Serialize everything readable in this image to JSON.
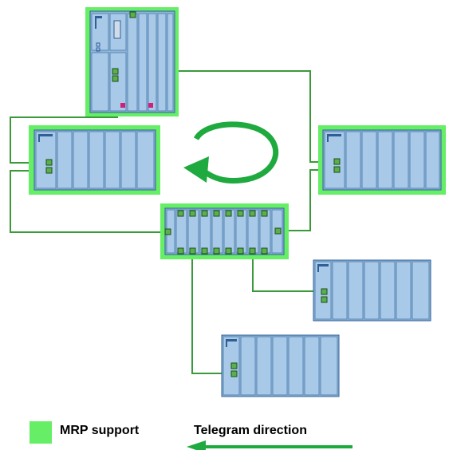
{
  "colors": {
    "mrp_frame": "#66ee66",
    "device_body": "#8fb6d8",
    "device_slot": "#a9c9e8",
    "device_dark": "#2f5f95",
    "port": "#5ab04a",
    "port_border": "#1c4d1c",
    "line": "#3a9a3a",
    "arrow": "#1faa3f",
    "led": "#d0207a"
  },
  "legend": {
    "mrp_label": "MRP support",
    "direction_label": "Telegram direction",
    "mrp_icon": "green-square",
    "direction_icon": "left-arrow"
  },
  "nodes": [
    {
      "id": "cpu",
      "kind": "controller",
      "mrp": true
    },
    {
      "id": "io-left",
      "kind": "io-device",
      "mrp": true
    },
    {
      "id": "io-right",
      "kind": "io-device",
      "mrp": true
    },
    {
      "id": "switch",
      "kind": "switch",
      "mrp": true
    },
    {
      "id": "io-lower-right",
      "kind": "io-device",
      "mrp": false
    },
    {
      "id": "io-bottom",
      "kind": "io-device",
      "mrp": false
    }
  ]
}
